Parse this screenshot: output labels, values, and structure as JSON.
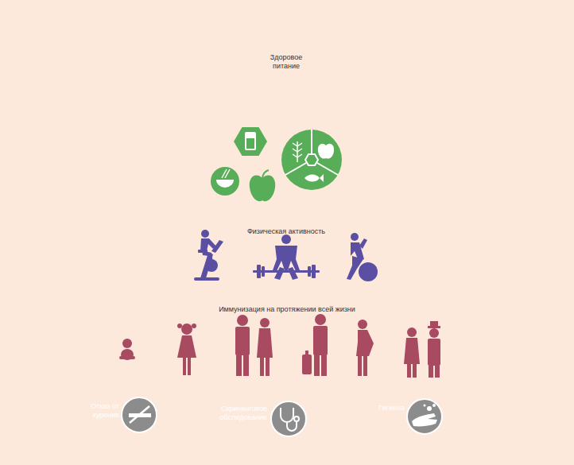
{
  "diagram": {
    "nodes": [
      {
        "text": [
          "Здоровое питание"
        ]
      },
      {
        "text": [
          "Физическая активность"
        ]
      },
      {
        "text": [
          "Иммунизация на протяжении всей жизни"
        ]
      },
      {
        "text": [
          "Отказ от курения",
          "Скрининговое обследование",
          "Гигиена"
        ]
      }
    ]
  }
}
